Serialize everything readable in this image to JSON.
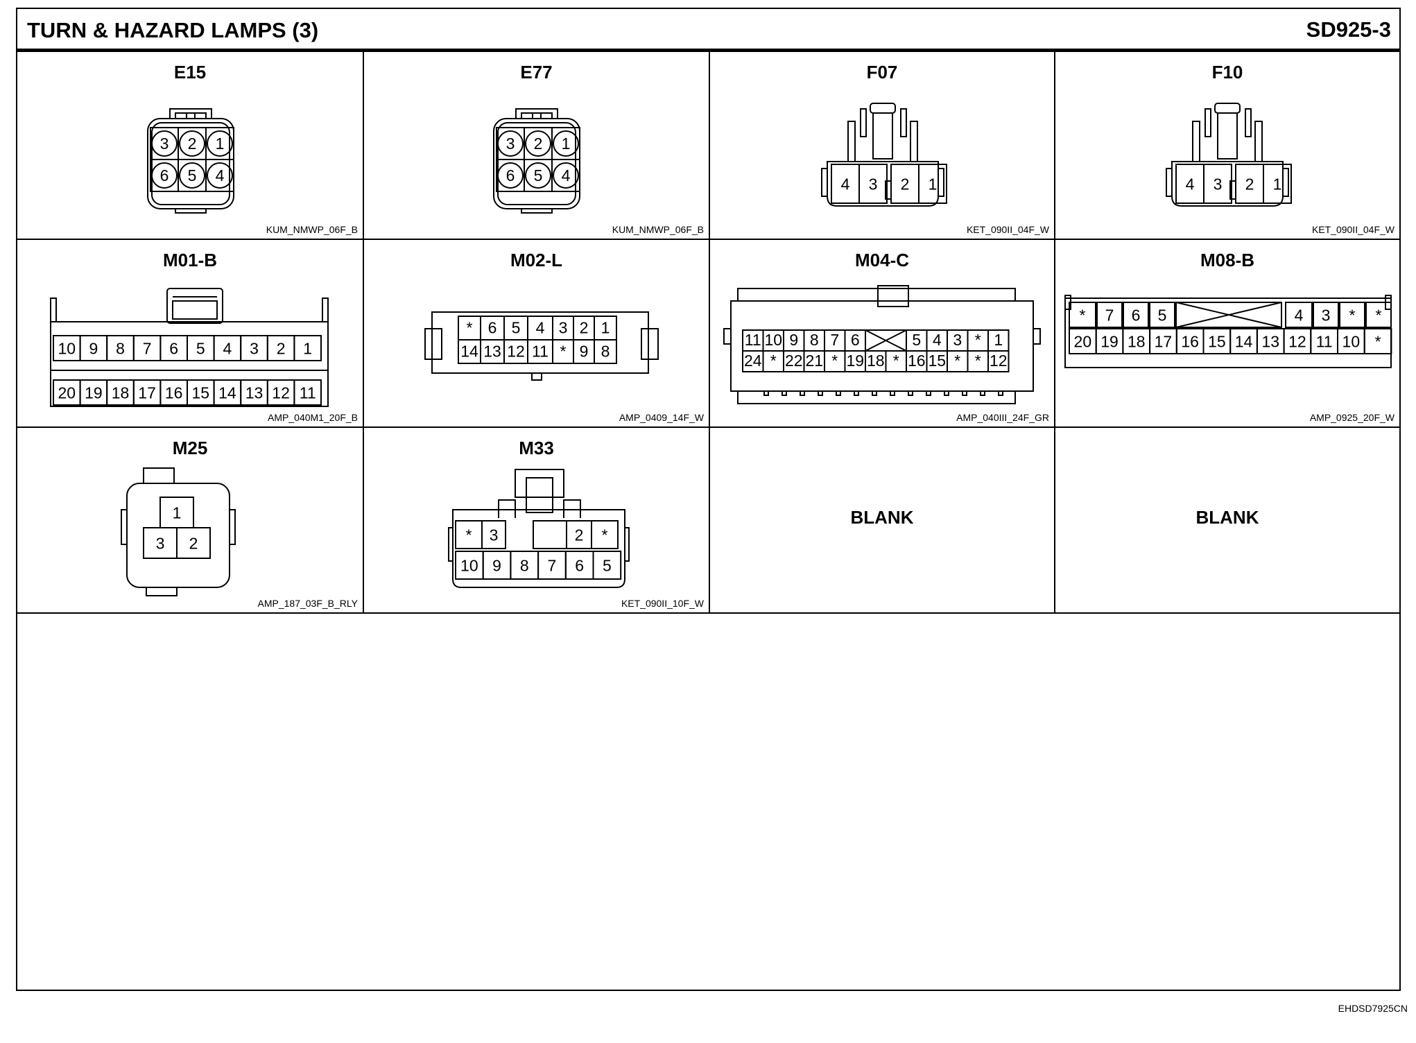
{
  "header": {
    "title": "TURN & HAZARD LAMPS (3)",
    "code": "SD925-3"
  },
  "footer": {
    "code": "EHDSD7925CN"
  },
  "connectors": [
    {
      "id": "E15",
      "part": "KUM_NMWP_06F_B",
      "rows": [
        [
          "3",
          "2",
          "1"
        ],
        [
          "6",
          "5",
          "4"
        ]
      ]
    },
    {
      "id": "E77",
      "part": "KUM_NMWP_06F_B",
      "rows": [
        [
          "3",
          "2",
          "1"
        ],
        [
          "6",
          "5",
          "4"
        ]
      ]
    },
    {
      "id": "F07",
      "part": "KET_090II_04F_W",
      "rows": [
        [
          "4",
          "3",
          "2",
          "1"
        ]
      ]
    },
    {
      "id": "F10",
      "part": "KET_090II_04F_W",
      "rows": [
        [
          "4",
          "3",
          "2",
          "1"
        ]
      ]
    },
    {
      "id": "M01-B",
      "part": "AMP_040M1_20F_B",
      "rows": [
        [
          "10",
          "9",
          "8",
          "7",
          "6",
          "5",
          "4",
          "3",
          "2",
          "1"
        ],
        [
          "20",
          "19",
          "18",
          "17",
          "16",
          "15",
          "14",
          "13",
          "12",
          "11"
        ]
      ]
    },
    {
      "id": "M02-L",
      "part": "AMP_0409_14F_W",
      "rows": [
        [
          "*",
          "6",
          "5",
          "4",
          "3",
          "2",
          "1"
        ],
        [
          "14",
          "13",
          "12",
          "11",
          "*",
          "9",
          "8"
        ]
      ]
    },
    {
      "id": "M04-C",
      "part": "AMP_040III_24F_GR",
      "rows": [
        [
          "11",
          "10",
          "9",
          "8",
          "7",
          "6",
          "",
          "5",
          "4",
          "3",
          "*",
          "1"
        ],
        [
          "24",
          "*",
          "22",
          "21",
          "*",
          "19",
          "18",
          "*",
          "16",
          "15",
          "*",
          "*",
          "12"
        ]
      ]
    },
    {
      "id": "M08-B",
      "part": "AMP_0925_20F_W",
      "rows": [
        [
          "*",
          "7",
          "6",
          "5",
          "",
          "4",
          "3",
          "*",
          "*"
        ],
        [
          "20",
          "19",
          "18",
          "17",
          "16",
          "15",
          "14",
          "13",
          "12",
          "11",
          "10",
          "*"
        ]
      ]
    },
    {
      "id": "M25",
      "part": "AMP_187_03F_B_RLY",
      "rows": [
        [
          "1"
        ],
        [
          "3",
          "2"
        ]
      ]
    },
    {
      "id": "M33",
      "part": "KET_090II_10F_W",
      "rows": [
        [
          "*",
          "3",
          "",
          "2",
          "*"
        ],
        [
          "10",
          "9",
          "8",
          "7",
          "6",
          "5"
        ]
      ]
    }
  ],
  "blanks": [
    "BLANK",
    "BLANK"
  ]
}
